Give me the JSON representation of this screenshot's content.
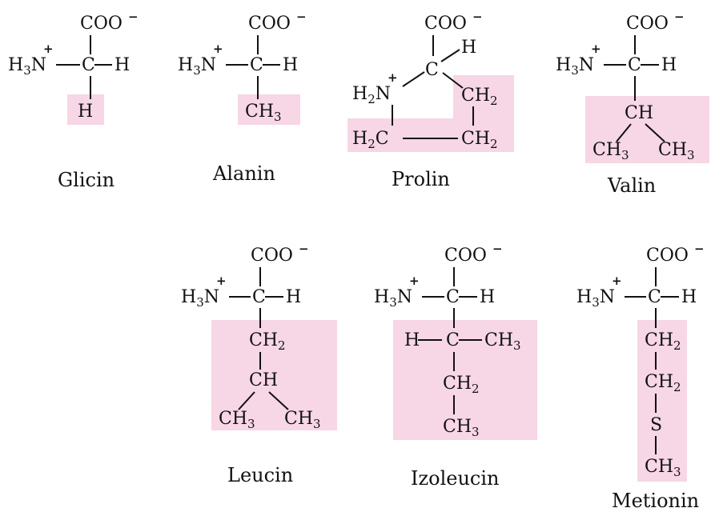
{
  "highlight_color": "#f7d6e6",
  "molecules": [
    {
      "name": "Glicin"
    },
    {
      "name": "Alanin"
    },
    {
      "name": "Prolin"
    },
    {
      "name": "Valin"
    },
    {
      "name": "Leucin"
    },
    {
      "name": "Izoleucin"
    },
    {
      "name": "Metionin"
    }
  ],
  "labels": {
    "coo": "COO",
    "minus": "−",
    "h3n_h": "H",
    "h3n_3": "3",
    "h3n_n": "N",
    "h2n_h": "H",
    "h2n_2": "2",
    "h2n_n": "N",
    "plus": "+",
    "c": "C",
    "h": "H",
    "ch": "CH",
    "ch2_c": "CH",
    "ch2_2": "2",
    "ch3_c": "CH",
    "ch3_3": "3",
    "s": "S"
  }
}
